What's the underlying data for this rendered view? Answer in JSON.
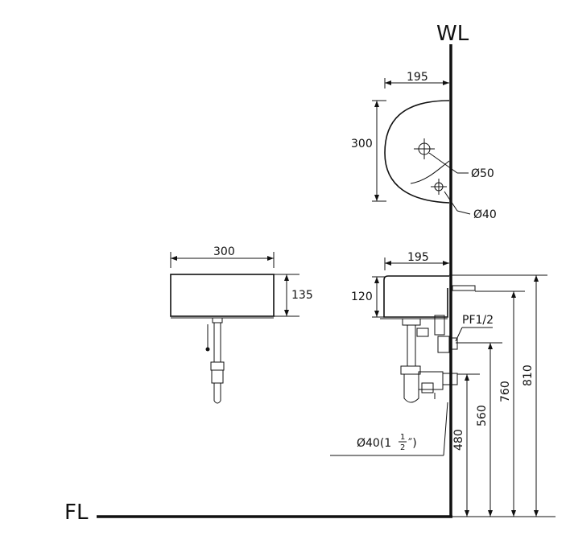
{
  "axes": {
    "wall": "WL",
    "floor": "FL"
  },
  "top_view": {
    "depth": "195",
    "width": "300",
    "hole_large": "Ø50",
    "hole_small": "Ø40"
  },
  "front_view": {
    "width": "300",
    "height": "135"
  },
  "side_view": {
    "depth": "195",
    "height": "120",
    "thread": "PF1/2",
    "drain": "Ø40(1",
    "drain_frac_top": "1",
    "drain_frac_bottom": "2",
    "drain_tail": "″)",
    "heights": {
      "h810": "810",
      "h760": "760",
      "h560": "560",
      "h480": "480"
    }
  }
}
